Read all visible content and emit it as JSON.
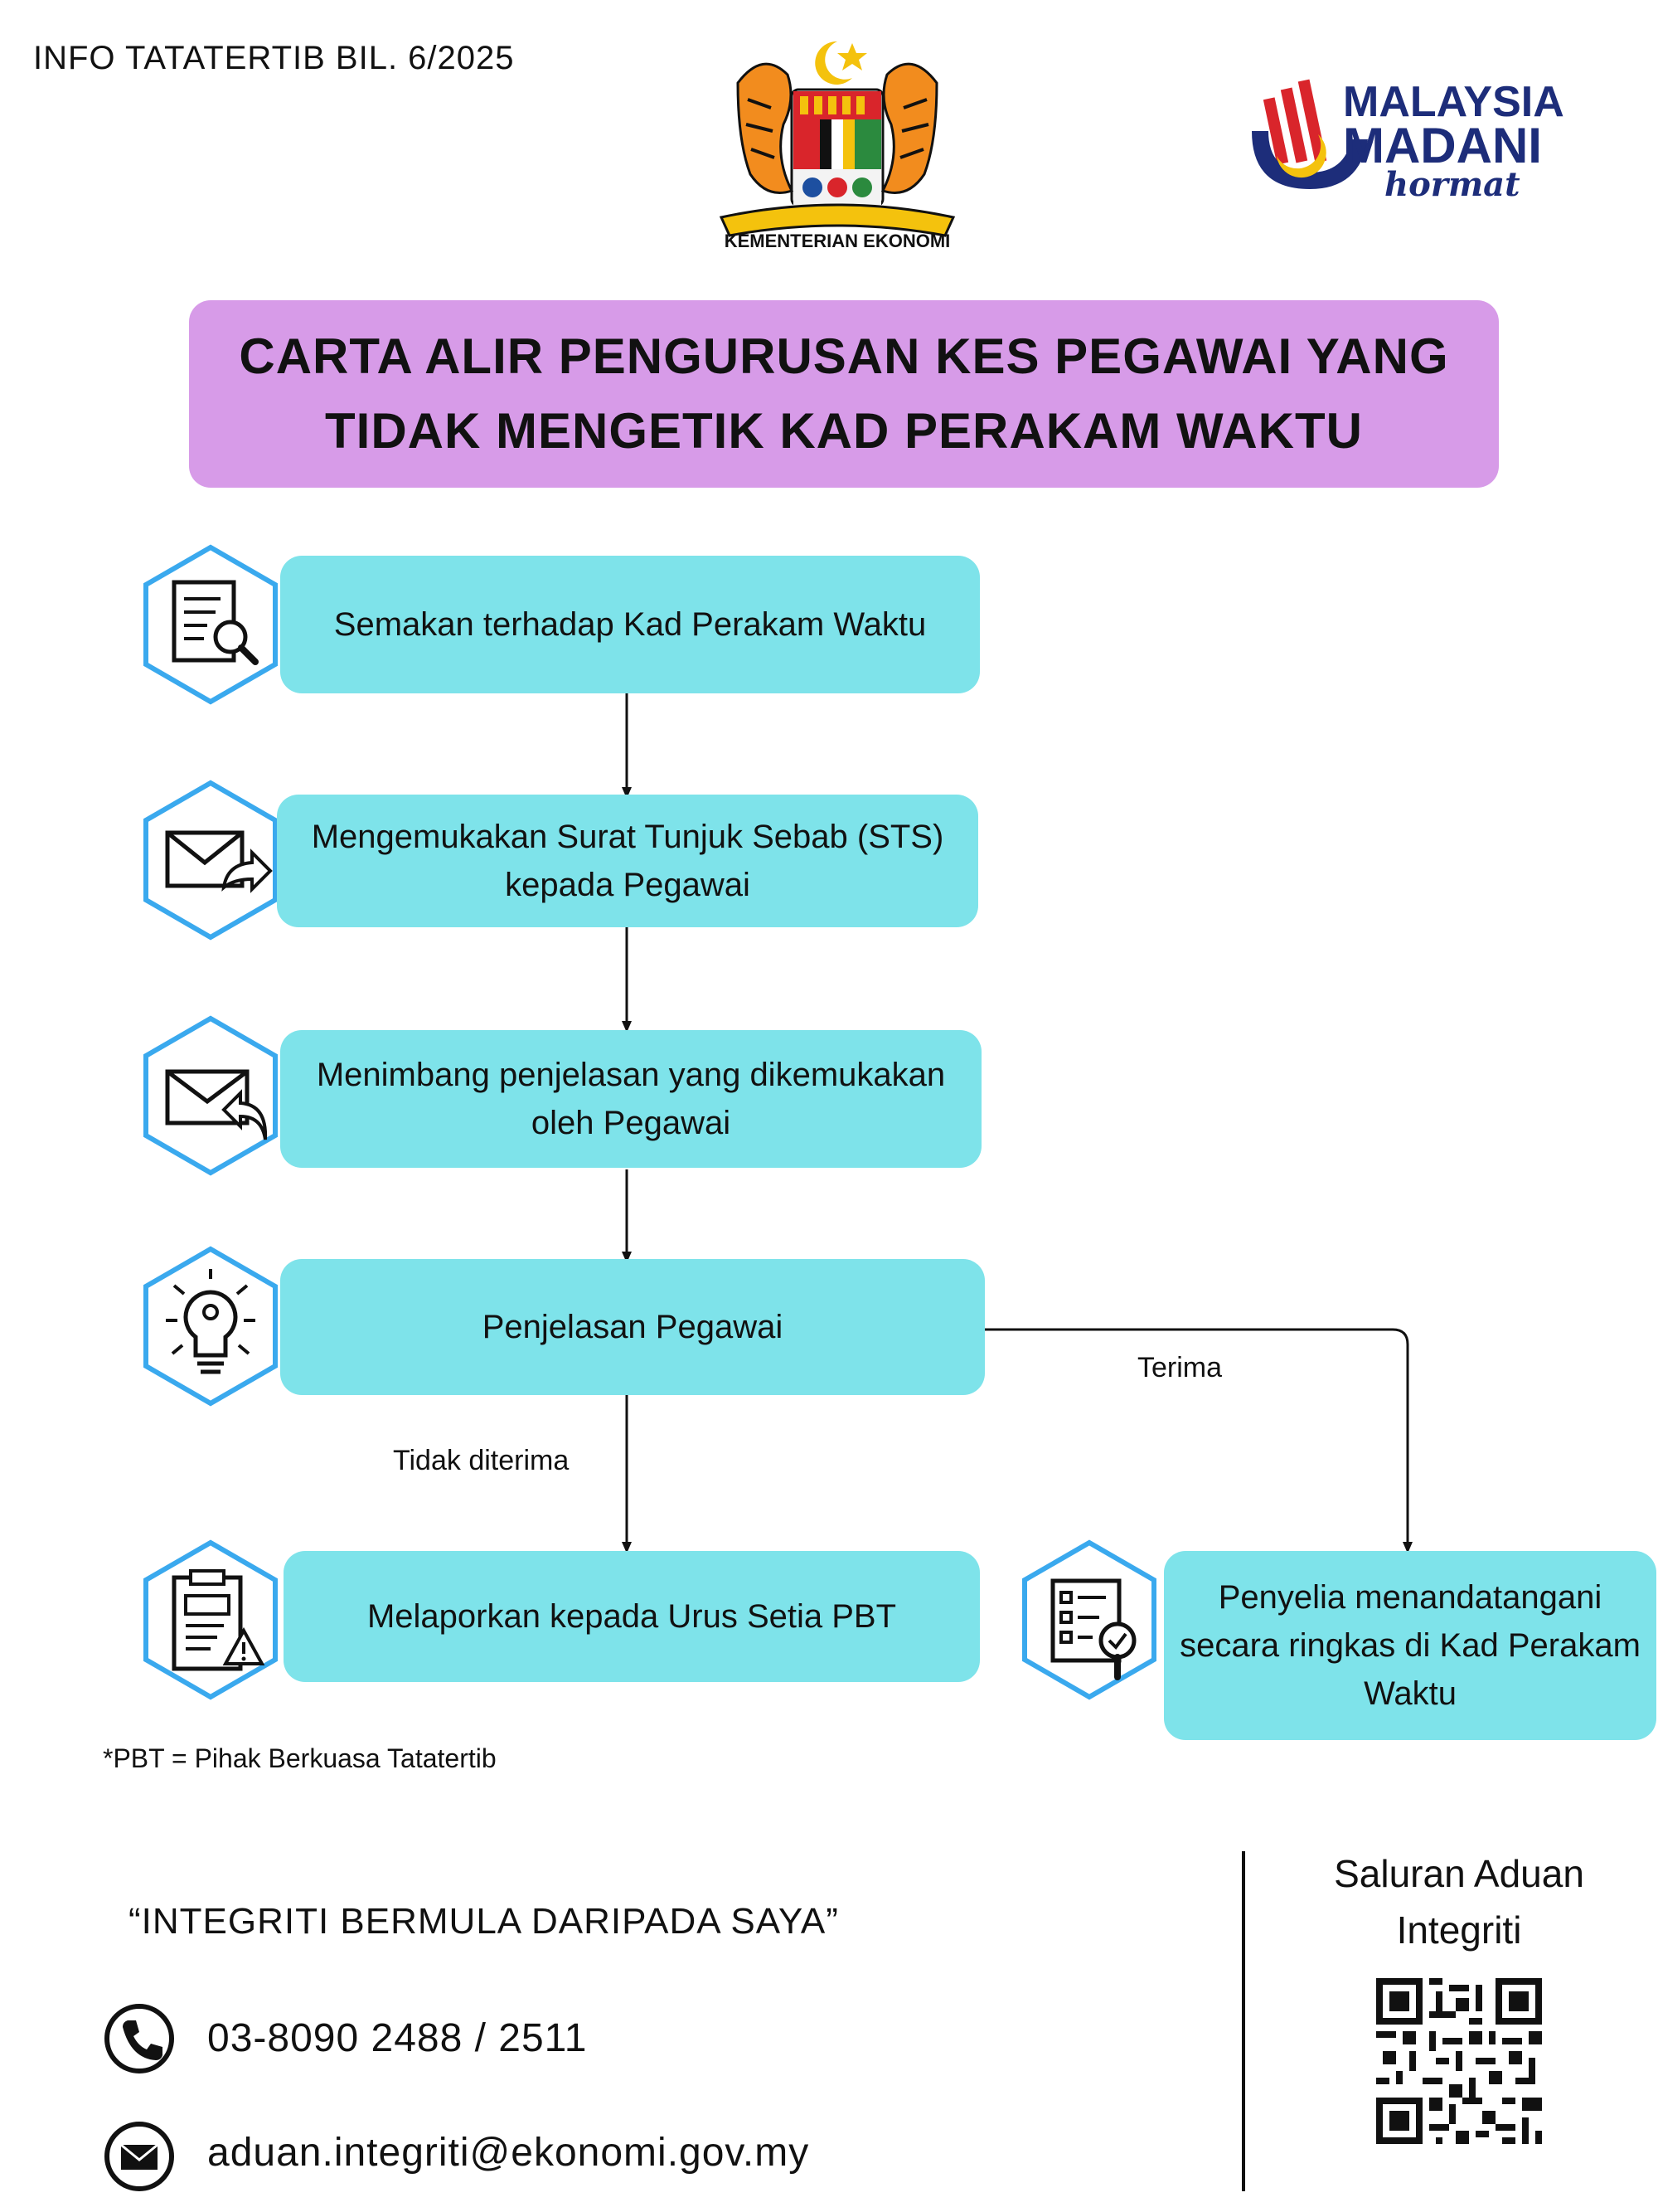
{
  "header": {
    "info_label": "INFO TATATERTIB BIL. 6/2025",
    "ministry_caption": "KEMENTERIAN EKONOMI",
    "madani_logo_text": [
      "MALAYSIA",
      "MADANI",
      "hormat"
    ]
  },
  "title": {
    "line1": "CARTA ALIR PENGURUSAN KES PEGAWAI YANG",
    "line2": "TIDAK MENGETIK KAD PERAKAM WAKTU"
  },
  "flow": {
    "steps": [
      {
        "text": "Semakan terhadap Kad Perakam Waktu",
        "icon": "document-search-icon"
      },
      {
        "text": "Mengemukakan Surat Tunjuk Sebab (STS) kepada Pegawai",
        "icon": "send-mail-icon"
      },
      {
        "text": "Menimbang penjelasan yang dikemukakan oleh Pegawai",
        "icon": "reply-mail-icon"
      },
      {
        "text": "Penjelasan Pegawai",
        "icon": "idea-bulb-icon"
      },
      {
        "text": "Melaporkan kepada Urus Setia PBT",
        "icon": "clipboard-warning-icon"
      },
      {
        "text": "Penyelia menandatangani secara ringkas di Kad Perakam Waktu",
        "icon": "checklist-approve-icon"
      }
    ],
    "edge_labels": {
      "accepted": "Terima",
      "rejected": "Tidak diterima"
    }
  },
  "footnote": "*PBT = Pihak Berkuasa Tatatertib",
  "footer": {
    "slogan": "“INTEGRITI BERMULA DARIPADA SAYA”",
    "phone": "03-8090 2488 / 2511",
    "email": "aduan.integriti@ekonomi.gov.my",
    "qr_title": "Saluran Aduan Integriti",
    "phone_icon": "phone-icon",
    "email_icon": "envelope-icon"
  },
  "colors": {
    "title_bg": "#d79be8",
    "step_bg": "#7ee3ea",
    "hex_stroke": "#3aa9ee",
    "madani_navy": "#1d2d7a",
    "madani_red": "#d9252b"
  }
}
